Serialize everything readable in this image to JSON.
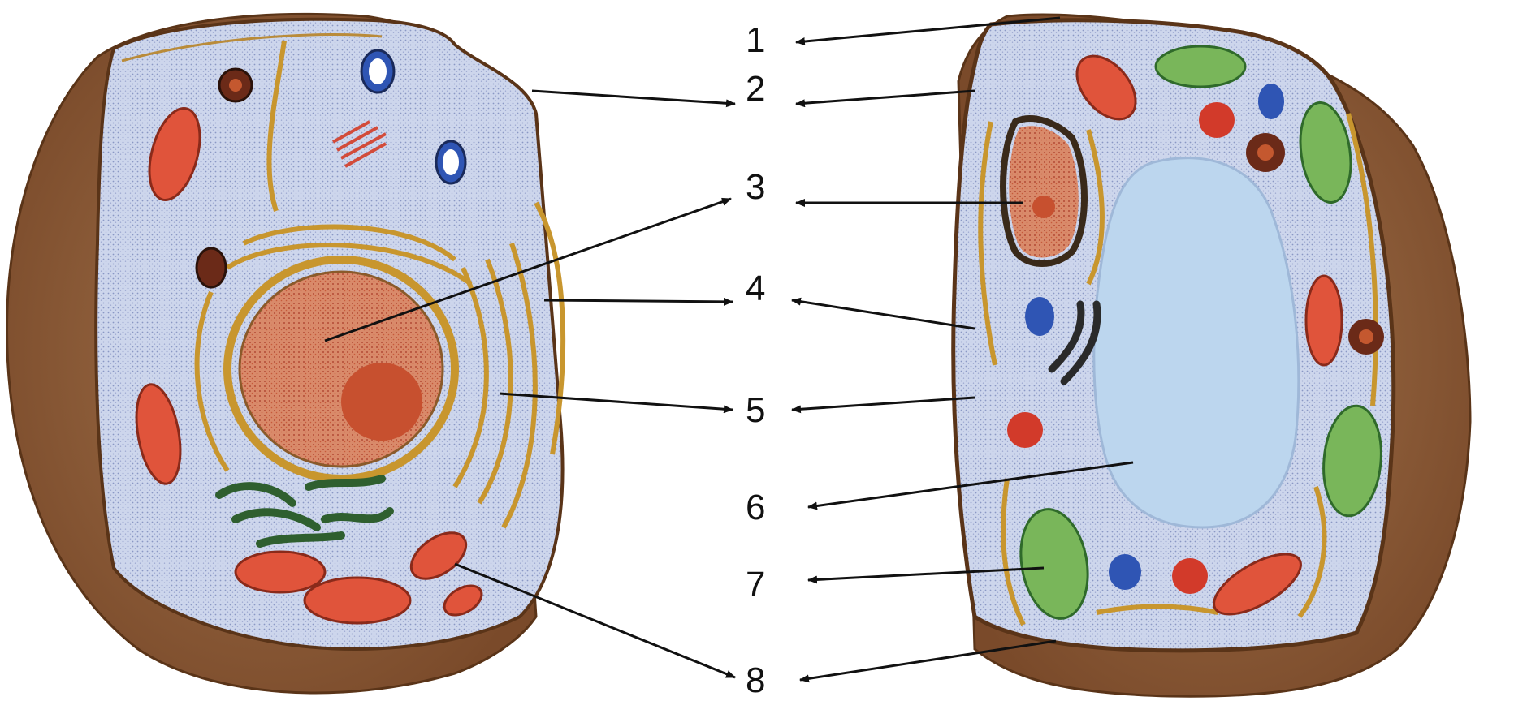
{
  "diagram": {
    "labels": [
      "1",
      "2",
      "3",
      "4",
      "5",
      "6",
      "7",
      "8"
    ],
    "cells": [
      {
        "kind": "animal-cell",
        "side": "left"
      },
      {
        "kind": "plant-cell",
        "side": "right"
      }
    ],
    "colors": {
      "cytoplasm": "#c9d3ea",
      "wall": "#8a5a34",
      "mitochondria": "#e0543b",
      "chloroplast": "#79b65a",
      "vacuole": "#bcd6ee",
      "nucleus": "#d9785c",
      "golgi": "#2f5f2f",
      "er": "#c8962e",
      "vesicle": "#2f55b4"
    }
  }
}
